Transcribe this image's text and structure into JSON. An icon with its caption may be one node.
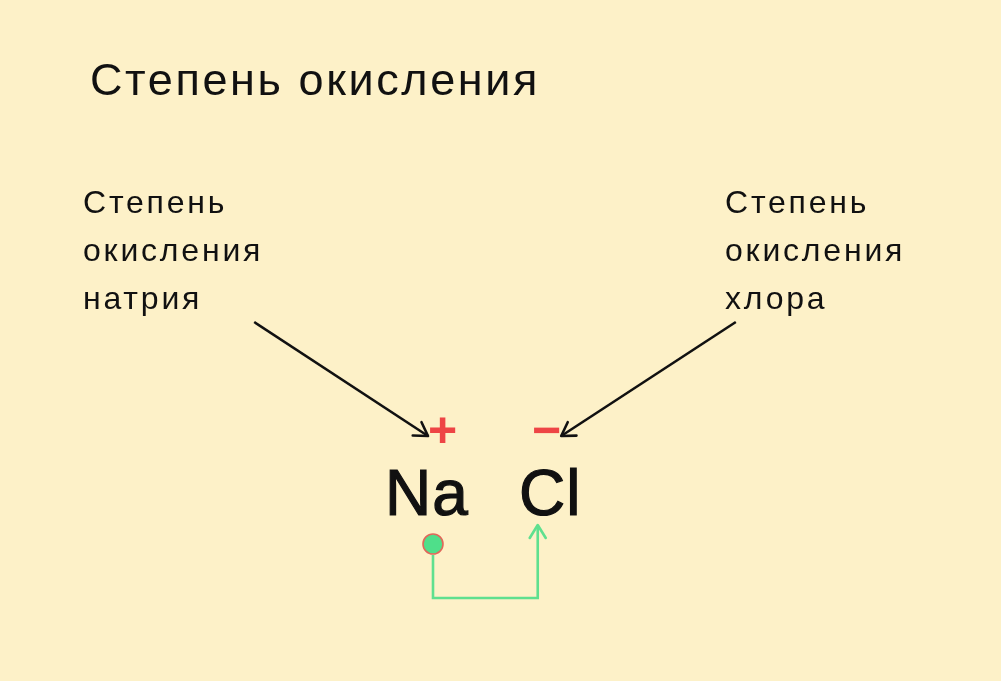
{
  "diagram": {
    "title": "Степень окисления",
    "nodes": [
      {
        "text": [
          "Степень окисления натрия"
        ]
      },
      {
        "text": [
          "Степень окисления хлора"
        ]
      },
      {
        "text": [
          "+"
        ]
      },
      {
        "text": [
          "−"
        ]
      },
      {
        "text": [
          "Na"
        ]
      },
      {
        "text": [
          "Cl"
        ]
      },
      {
        "text": [],
        "shape": "circle"
      }
    ],
    "edges": [
      {
        "from": 0,
        "to": 2,
        "arrow": "to"
      },
      {
        "from": 1,
        "to": 3,
        "arrow": "to"
      },
      {
        "from": 6,
        "to": 5,
        "arrow": "to",
        "color": "#5fe08f"
      }
    ]
  }
}
